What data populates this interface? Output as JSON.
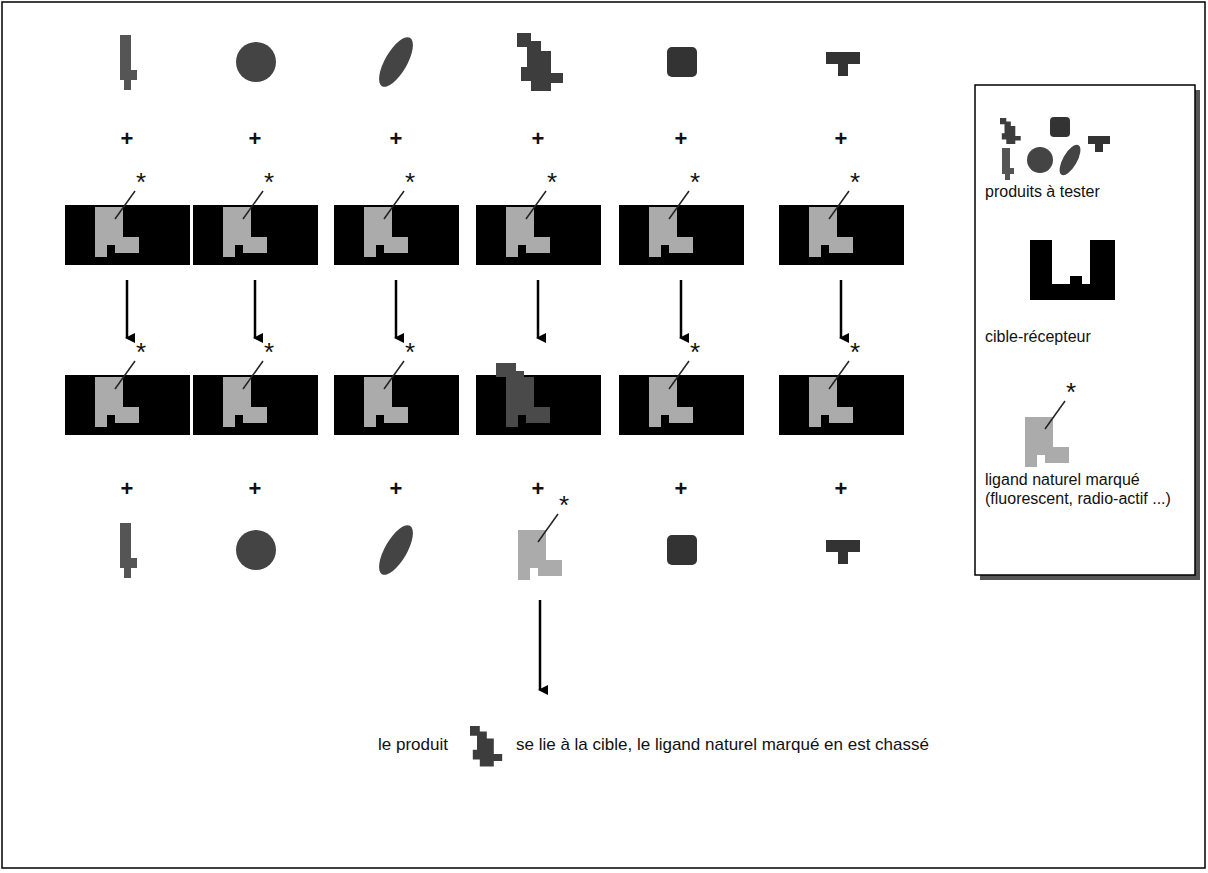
{
  "diagram": {
    "labels": [
      "+",
      "+",
      "+",
      "+",
      "+",
      "+",
      "*",
      "*",
      "*",
      "*",
      "*",
      "*",
      "*",
      "*",
      "*",
      "*",
      "*",
      "+",
      "+",
      "+",
      "+",
      "+",
      "+",
      "*",
      "le produit",
      "se lie à la cible, le ligand naturel marqué en est chassé",
      "*"
    ],
    "legend": [
      {
        "text": "produits à tester"
      },
      {
        "text": "cible-récepteur"
      },
      {
        "text": "ligand naturel marqué (fluorescent, radio-actif ...)"
      }
    ]
  }
}
